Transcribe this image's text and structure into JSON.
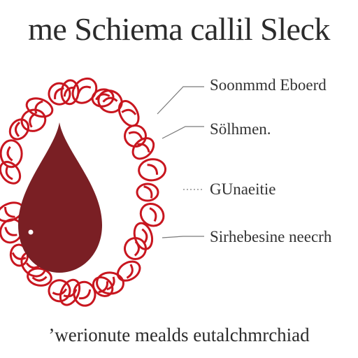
{
  "title": "me Schiema callil Sleck",
  "labels": [
    "Soonmmd Eboerd",
    "Sölhmen.",
    "GUnaeitie",
    "Sirhebesine neecrh"
  ],
  "footer": "’werionute mealds eutalchmrchiad",
  "colors": {
    "drop": "#7a1f24",
    "chain": "#c8161f",
    "leader": "#7a7a7a",
    "text": "#333333"
  },
  "icons": [
    "blood-drop-icon",
    "chain-ring"
  ]
}
